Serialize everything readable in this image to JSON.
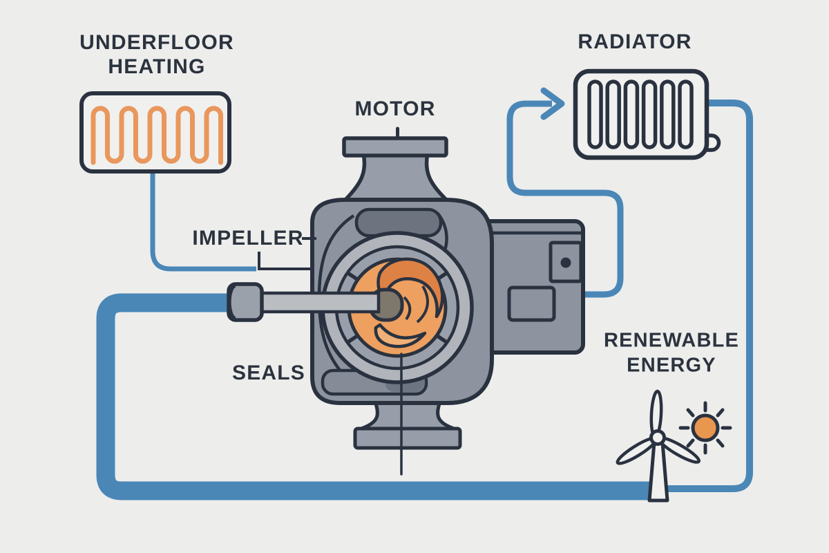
{
  "labels": {
    "underfloor_heating": {
      "line1": "UNDERFLOOR",
      "line2": "HEATING"
    },
    "motor": "MOTOR",
    "radiator": "RADIATOR",
    "impeller": "IMPELLER",
    "seals": "SEALS",
    "renewable_energy": {
      "line1": "RENEWABLE",
      "line2": "ENERGY"
    }
  },
  "icons": {
    "underfloor_heating_coil": "orange serpentine heating coil in rounded box",
    "radiator": "radiator panel with six vertical fins and side valve tab",
    "flow_arrow": "blue arrow pointing right into radiator",
    "wind_turbine": "three-blade wind turbine",
    "sun": "sun disc with eight rays",
    "pump_cutaway": "cutaway circulator pump with motor housing, impeller, shaft, coupling and base"
  },
  "colors": {
    "background": "#ededec",
    "outline": "#2a3240",
    "pipe_blue": "#4a87b7",
    "coil_orange": "#e9975c",
    "sun_orange": "#e9964f",
    "impeller_orange": "#eda05f",
    "impeller_dark_orange": "#dd8145",
    "impeller_light_orange": "#f0b077",
    "pump_gray": "#8d939f",
    "pump_gray_light": "#b1b4bb",
    "pump_gray_dark": "#6d7480",
    "text": "#2b333e"
  }
}
